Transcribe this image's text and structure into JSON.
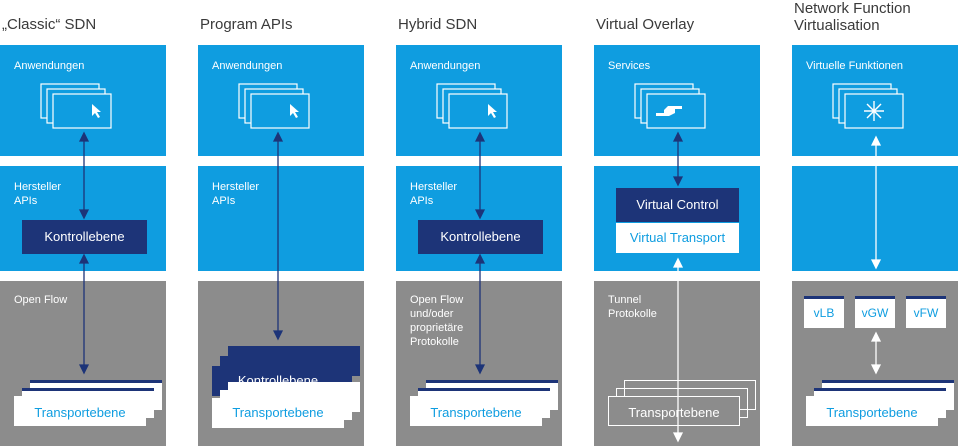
{
  "columns": [
    {
      "title": "„Classic“ SDN",
      "zone1_label": "Anwendungen",
      "zone2_label": "Hersteller\nAPIs",
      "zone3_label": "Open Flow",
      "control_label": "Kontrollebene",
      "transport_label": "Transportebene"
    },
    {
      "title": "Program APIs",
      "zone1_label": "Anwendungen",
      "zone2_label": "Hersteller\nAPIs",
      "zone3_label": "",
      "control_label": "Kontrollebene",
      "transport_label": "Transportebene"
    },
    {
      "title": "Hybrid SDN",
      "zone1_label": "Anwendungen",
      "zone2_label": "Hersteller\nAPIs",
      "zone3_label": "Open Flow\nund/oder\nproprietäre\nProtokolle",
      "control_label": "Kontrollebene",
      "transport_label": "Transportebene"
    },
    {
      "title": "Virtual Overlay",
      "zone1_label": "Services",
      "zone2_label": "",
      "zone3_label": "Tunnel\nProtokolle",
      "control_label": "Virtual Control",
      "virtual_transport_label": "Virtual Transport",
      "transport_label": "Transportebene"
    },
    {
      "title": "Network Function\nVirtualisation",
      "zone1_label": "Virtuelle Funktionen",
      "zone2_label": "",
      "zone3_label": "",
      "functions": [
        "vLB",
        "vGW",
        "vFW"
      ],
      "transport_label": "Transportebene"
    }
  ],
  "colors": {
    "blue": "#0f9de0",
    "navy": "#1d3478",
    "gray": "#8c8c8c",
    "white": "#ffffff"
  },
  "icons": [
    "windows-cursor-icon",
    "windows-hand-icon",
    "windows-snowflake-icon"
  ]
}
